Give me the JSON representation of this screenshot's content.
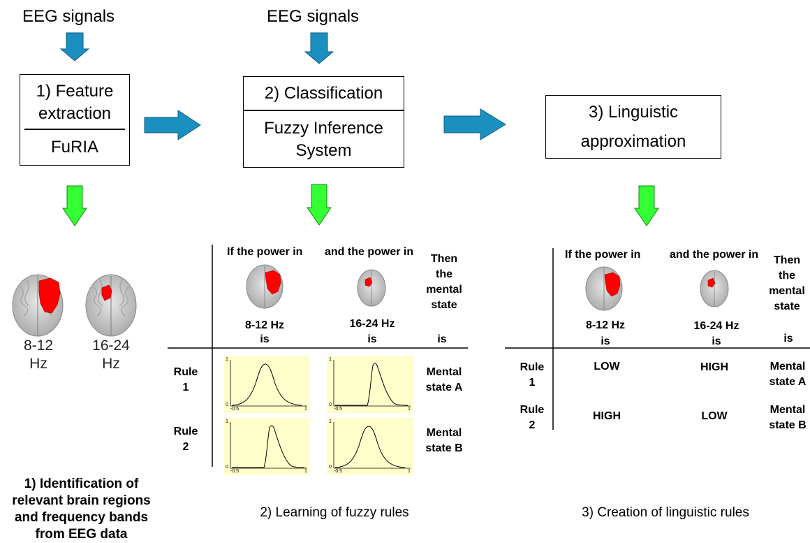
{
  "colors": {
    "blue_arrow": "#1b8fc0",
    "green_arrow": "#33ff33",
    "brain_gray": "#c8c8c8",
    "region_red": "#ff0000",
    "plot_bg": "#ffffcc"
  },
  "top_labels": {
    "eeg_left": "EEG signals",
    "eeg_middle": "EEG signals"
  },
  "boxes": {
    "feature": {
      "line1": "1) Feature",
      "line2": "extraction",
      "line3": "FuRIA"
    },
    "classification": {
      "line1": "2) Classification",
      "line2": "Fuzzy Inference",
      "line3": "System"
    },
    "linguistic": {
      "line1": "3) Linguistic",
      "line2": "approximation"
    }
  },
  "left_panel": {
    "band1": {
      "line1": "8-12",
      "line2": "Hz"
    },
    "band2": {
      "line1": "16-24",
      "line2": "Hz"
    },
    "caption": {
      "line1": "1) Identification of",
      "line2": "relevant brain regions",
      "line3": "and frequency bands",
      "line4": "from EEG data"
    }
  },
  "fuzzy_table": {
    "col1_header": "If the power in",
    "col2_header": "and the power in",
    "col3_header": {
      "line1": "Then",
      "line2": "the",
      "line3": "mental",
      "line4": "state"
    },
    "band1": "8-12 Hz",
    "band2": "16-24 Hz",
    "is": "is",
    "rule1": {
      "line1": "Rule",
      "line2": "1"
    },
    "rule2": {
      "line1": "Rule",
      "line2": "2"
    },
    "state_a": {
      "line1": "Mental",
      "line2": "state A"
    },
    "state_b": {
      "line1": "Mental",
      "line2": "state B"
    },
    "axis_labels": {
      "y_top": "1",
      "y_bottom": "0",
      "x_left": "-0.5",
      "x_right": "1"
    },
    "caption": "2) Learning of fuzzy rules"
  },
  "linguistic_table": {
    "col1_header": "If the power in",
    "col2_header": "and the power in",
    "col3_header": {
      "line1": "Then",
      "line2": "the",
      "line3": "mental",
      "line4": "state"
    },
    "band1": "8-12 Hz",
    "band2": "16-24 Hz",
    "is": "is",
    "rule1": {
      "line1": "Rule",
      "line2": "1"
    },
    "rule2": {
      "line1": "Rule",
      "line2": "2"
    },
    "rule1_values": {
      "band1": "LOW",
      "band2": "HIGH"
    },
    "rule2_values": {
      "band1": "HIGH",
      "band2": "LOW"
    },
    "state_a": {
      "line1": "Mental",
      "line2": "state A"
    },
    "state_b": {
      "line1": "Mental",
      "line2": "state B"
    },
    "caption": "3) Creation of linguistic rules"
  }
}
